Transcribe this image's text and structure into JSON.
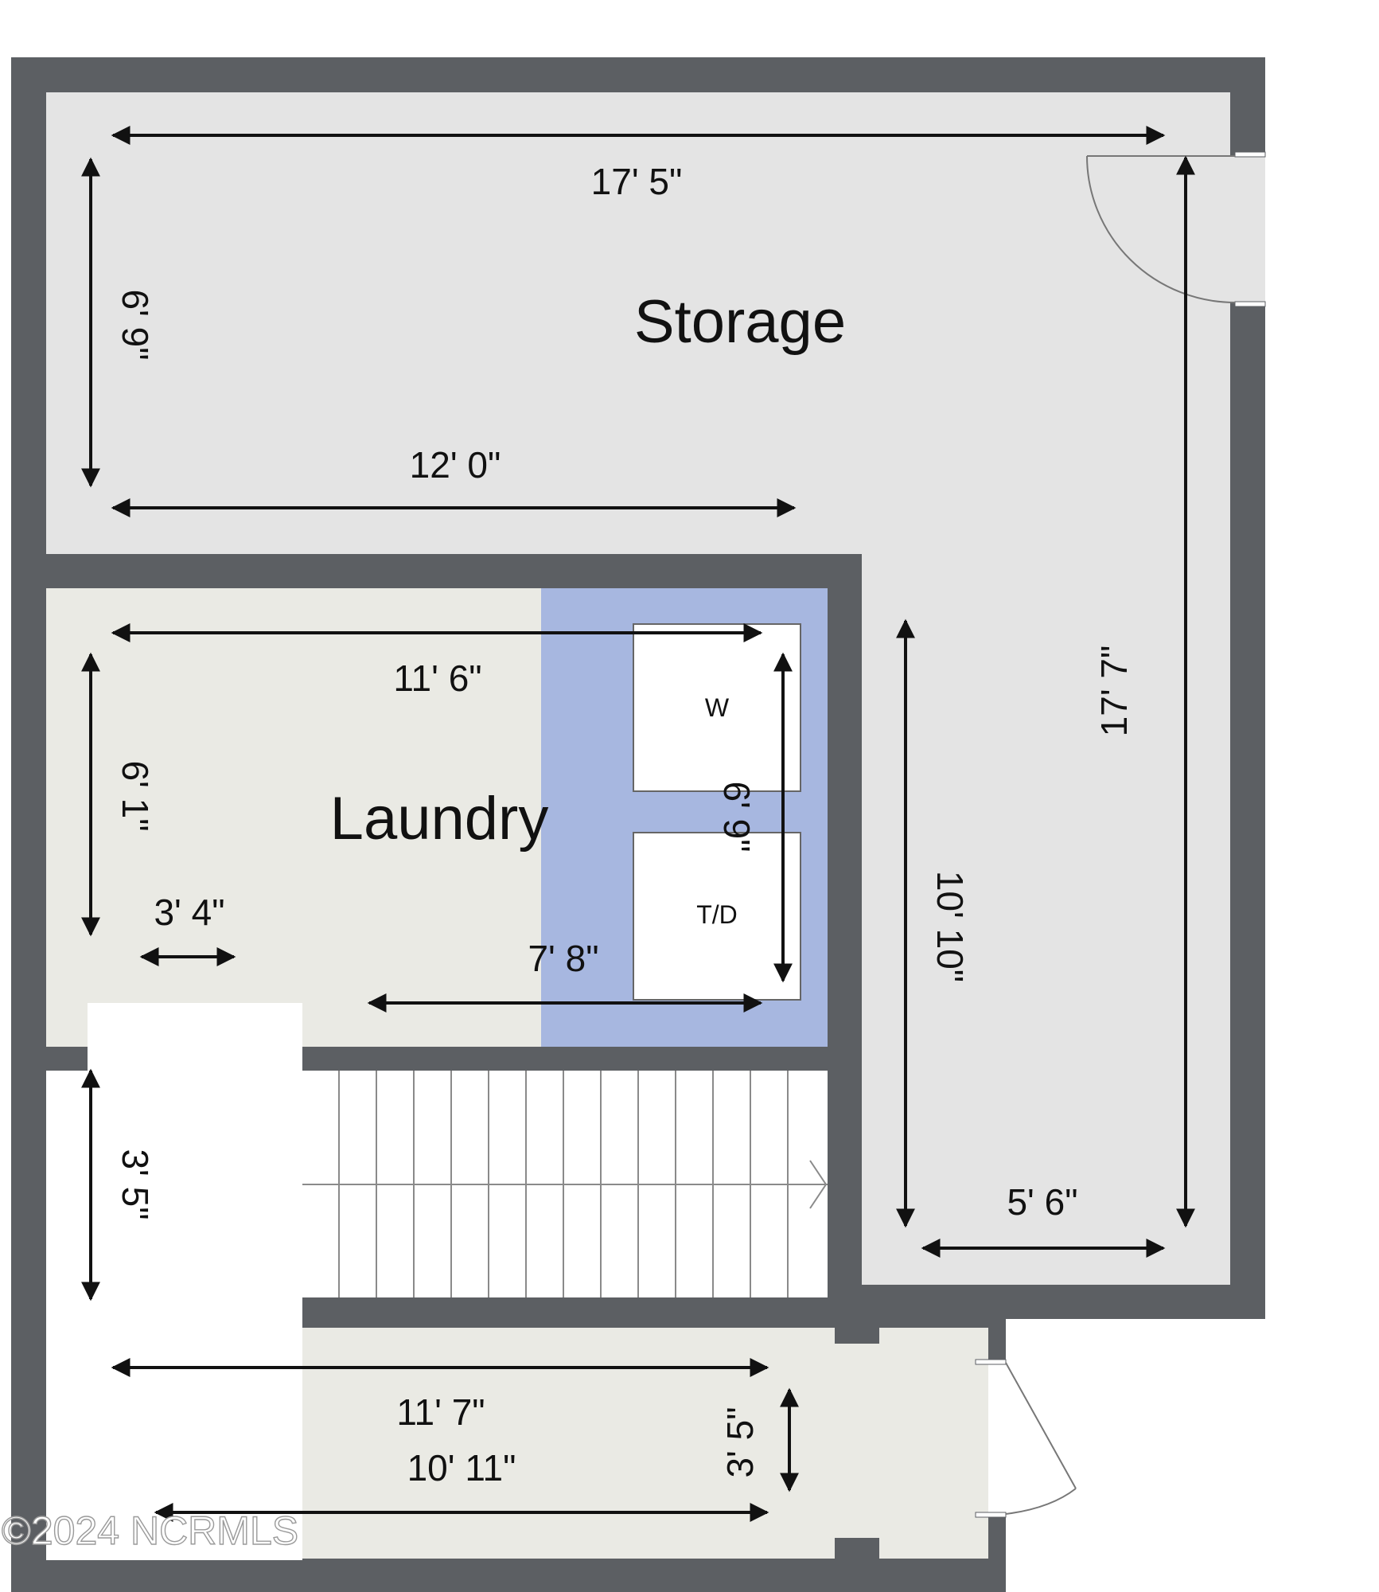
{
  "rooms": {
    "storage": "Storage",
    "laundry": "Laundry"
  },
  "appliances": {
    "washer": "W",
    "dryer": "T/D"
  },
  "dimensions": {
    "storage_width_top": "17' 5\"",
    "storage_left_height": "6' 9\"",
    "storage_width_lower": "12' 0\"",
    "storage_right_height": "17' 7\"",
    "storage_leg_height": "10' 10\"",
    "storage_leg_width": "5' 6\"",
    "laundry_width": "11' 6\"",
    "laundry_height": "6' 1\"",
    "laundry_opening": "3' 4\"",
    "laundry_alcove_width": "7' 8\"",
    "laundry_alcove_height": "6' 9\"",
    "stair_landing_height": "3' 5\"",
    "hall_width_upper": "11' 7\"",
    "hall_width_lower": "10' 11\"",
    "hall_height": "3' 5\""
  },
  "watermark": "©2024 NCRMLS",
  "colors": {
    "wall": "#5c5f63",
    "storage_floor": "#e4e4e4",
    "laundry_floor": "#eaeae4",
    "appliance_area": "#a7b7e0",
    "arrow": "#111111"
  }
}
